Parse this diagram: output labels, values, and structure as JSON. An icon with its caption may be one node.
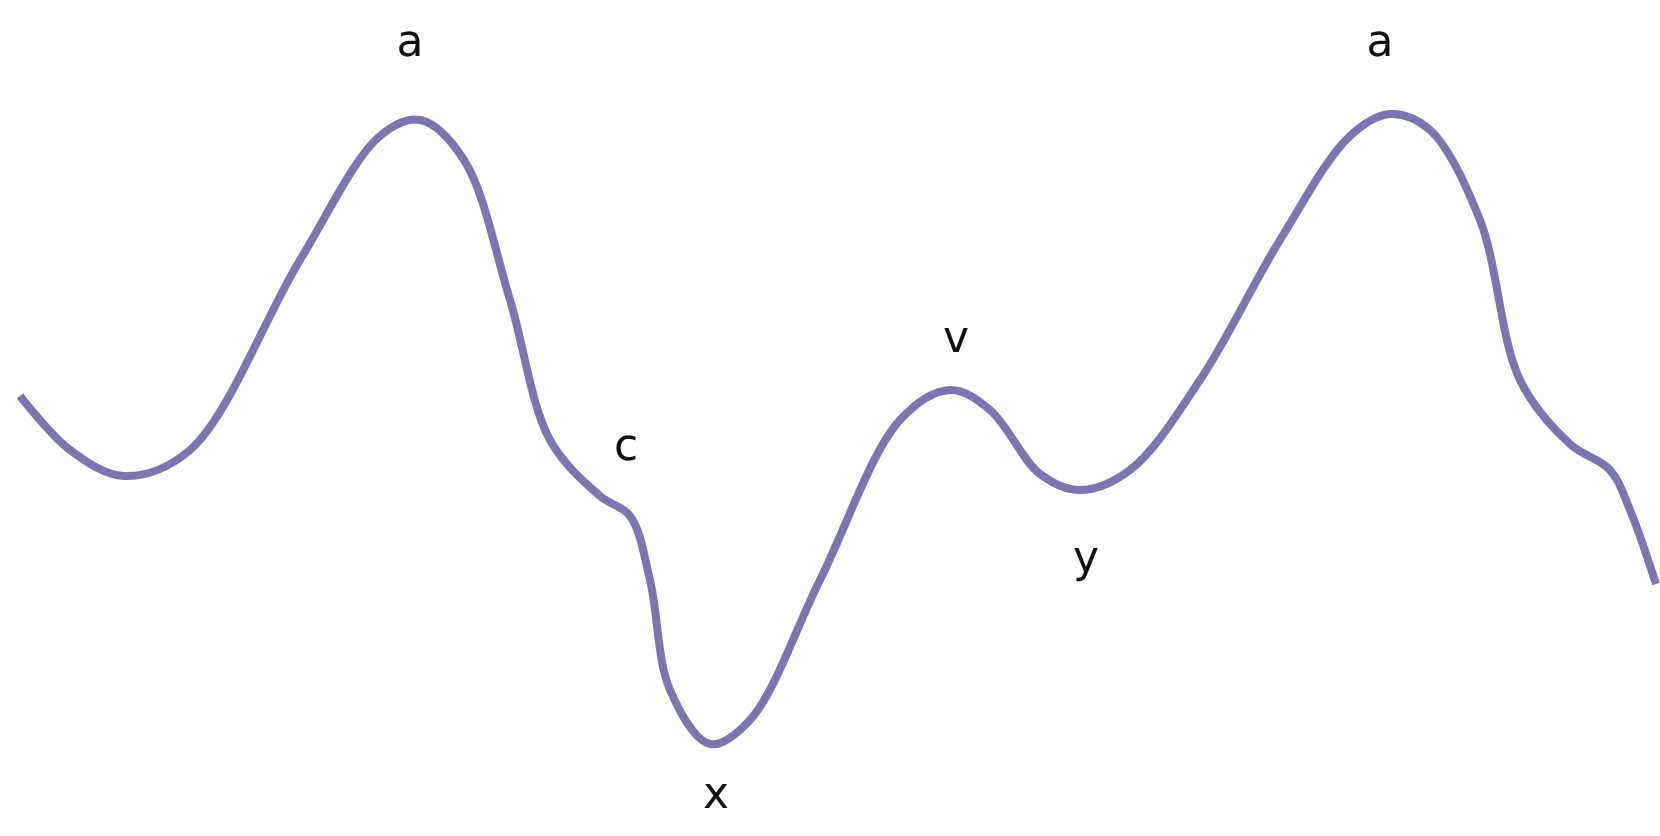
{
  "diagram": {
    "labels": [
      "a",
      "a",
      "v",
      "c",
      "y",
      "x"
    ]
  }
}
